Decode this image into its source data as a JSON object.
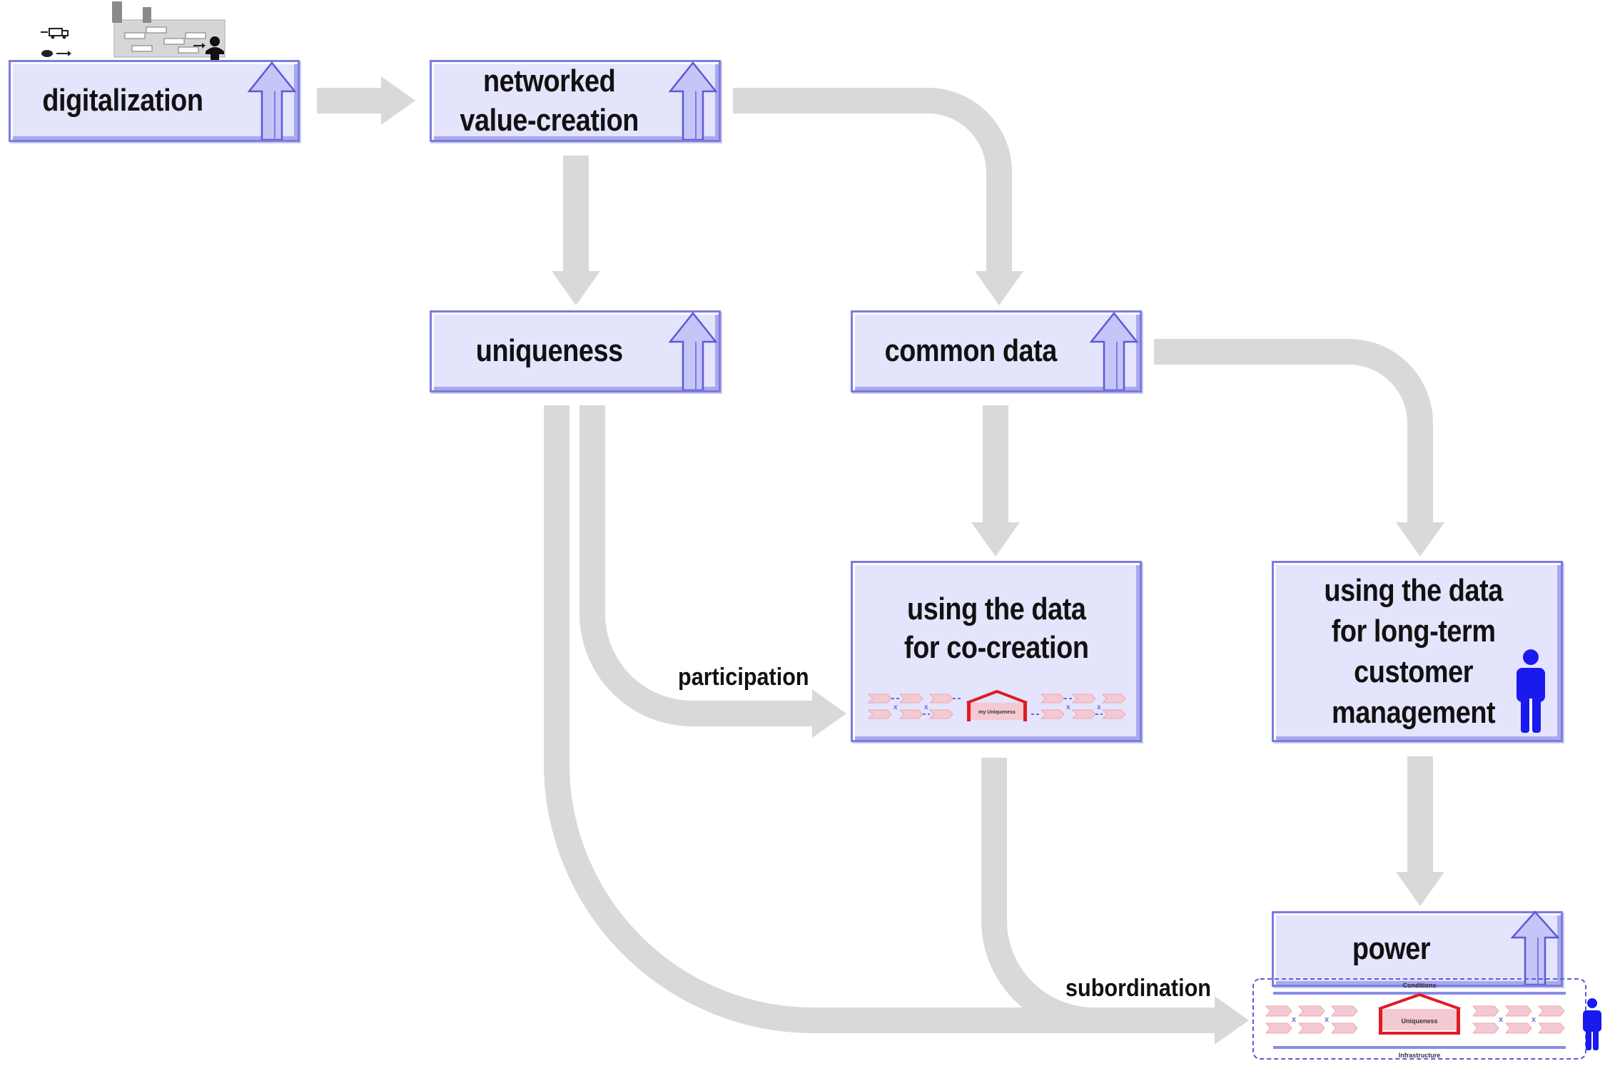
{
  "nodes": {
    "digitalization": "digitalization",
    "networked_1": "networked",
    "networked_2": "value-creation",
    "uniqueness": "uniqueness",
    "common_data": "common data",
    "cocreation_1": "using the data",
    "cocreation_2": "for co-creation",
    "longterm_1": "using the data",
    "longterm_2": "for long-term",
    "longterm_3": "customer",
    "longterm_4": "management",
    "power": "power"
  },
  "edge_labels": {
    "participation": "participation",
    "subordination": "subordination"
  },
  "mini_labels": {
    "my_uniqueness": "my Uniqueness",
    "conditions": "Conditions",
    "uniqueness": "Uniqueness",
    "infrastructure": "Infrastructure"
  },
  "icons": [
    "factory-icon",
    "truck-icon",
    "raw-material-icon",
    "customer-icon",
    "up-arrow-icon",
    "person-icon",
    "value-chain-illustration",
    "platform-illustration"
  ],
  "colors": {
    "box_fill": "#e4e4fc",
    "box_border": "#7b7be0",
    "flow_arrow": "#d9d9d9",
    "person": "#1a1aee",
    "uniqueness_red": "#e01b24"
  }
}
